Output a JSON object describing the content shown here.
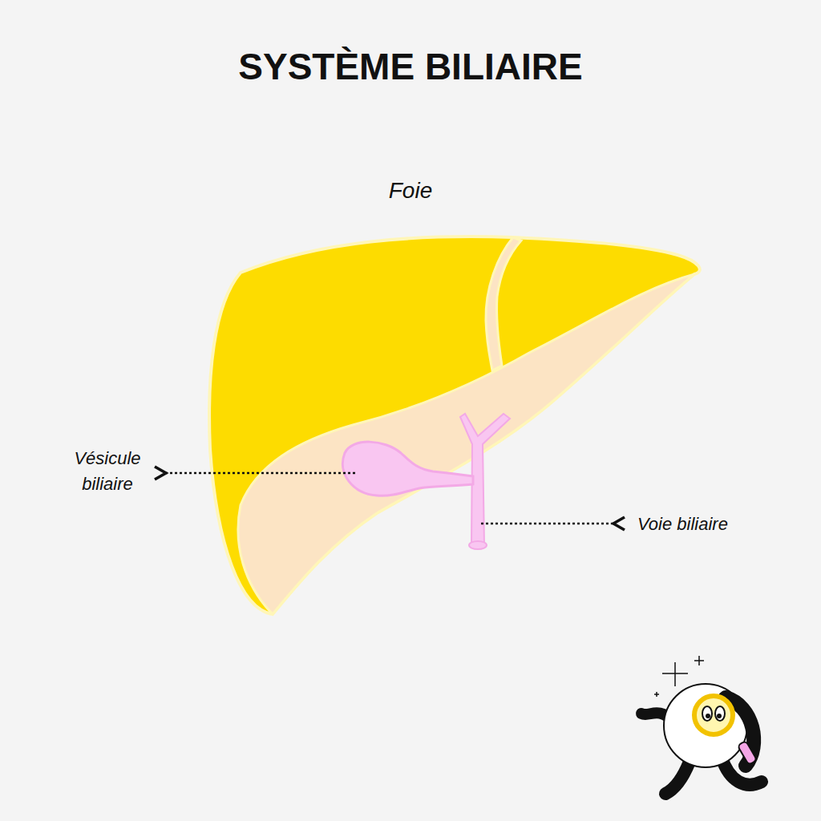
{
  "diagram": {
    "title": "SYSTÈME BILIAIRE",
    "labels": [
      "Foie",
      "Vésicule biliaire",
      "Voie biliaire"
    ]
  }
}
